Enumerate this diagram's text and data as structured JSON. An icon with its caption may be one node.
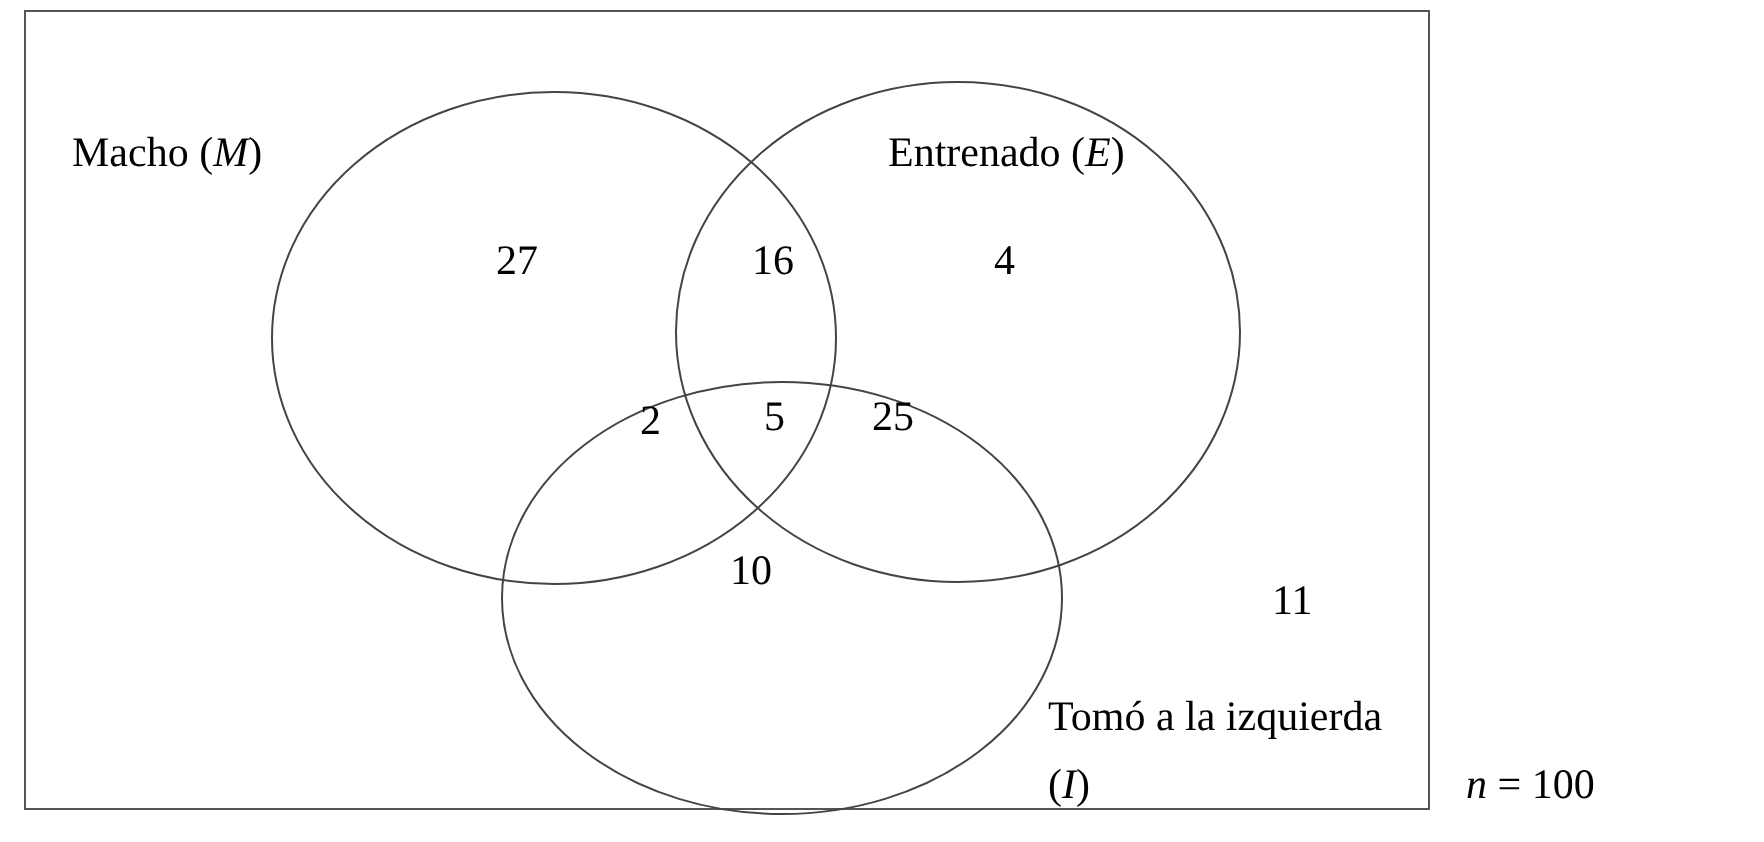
{
  "diagram": {
    "nodes": [
      {
        "text": [],
        "shape": "box"
      },
      {
        "text": [
          "Macho (*M*)"
        ],
        "in": 0
      },
      {
        "text": [
          "Entrenado (*E*)"
        ],
        "in": 0
      },
      {
        "text": [
          "Tomó a la izquierda (*I*)"
        ],
        "in": 0
      }
    ],
    "labels": [
      "27",
      "16",
      "4",
      "2",
      "5",
      "25",
      "10",
      "11",
      "*n* = 100"
    ]
  }
}
